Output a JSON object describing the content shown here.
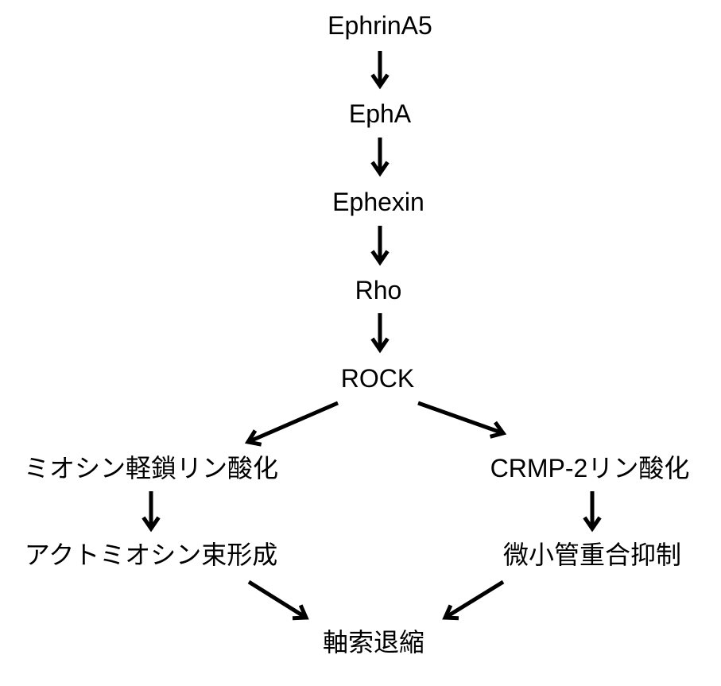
{
  "nodes": {
    "ephrina5": "EphrinA5",
    "epha": "EphA",
    "ephexin": "Ephexin",
    "rho": "Rho",
    "rock": "ROCK",
    "mlc_phos": "ミオシン軽鎖リン酸化",
    "crmp2_phos": "CRMP-2リン酸化",
    "actomyosin": "アクトミオシン束形成",
    "microtubule": "微小管重合抑制",
    "axon_retraction": "軸索退縮"
  },
  "edges": [
    [
      "ephrina5",
      "epha"
    ],
    [
      "epha",
      "ephexin"
    ],
    [
      "ephexin",
      "rho"
    ],
    [
      "rho",
      "rock"
    ],
    [
      "rock",
      "mlc_phos"
    ],
    [
      "rock",
      "crmp2_phos"
    ],
    [
      "mlc_phos",
      "actomyosin"
    ],
    [
      "crmp2_phos",
      "microtubule"
    ],
    [
      "actomyosin",
      "axon_retraction"
    ],
    [
      "microtubule",
      "axon_retraction"
    ]
  ]
}
